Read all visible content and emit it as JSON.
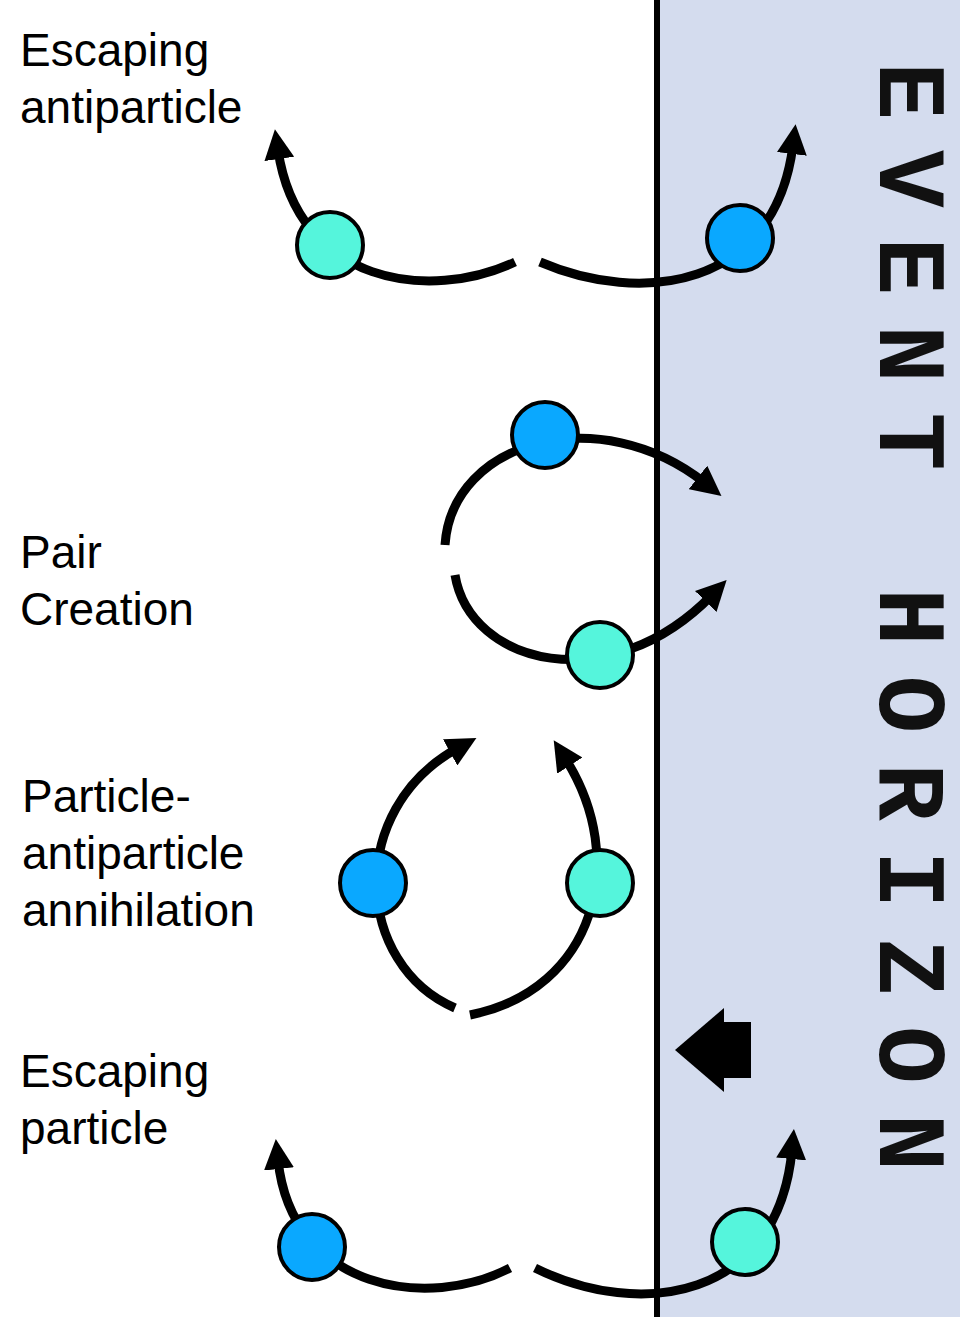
{
  "diagram": {
    "nodes": [
      {
        "text": [
          "EVENT HORIZON"
        ]
      }
    ],
    "labels": [
      "Escaping antiparticle",
      "Pair Creation",
      "Particle- antiparticle annihilation",
      "Escaping particle"
    ]
  }
}
